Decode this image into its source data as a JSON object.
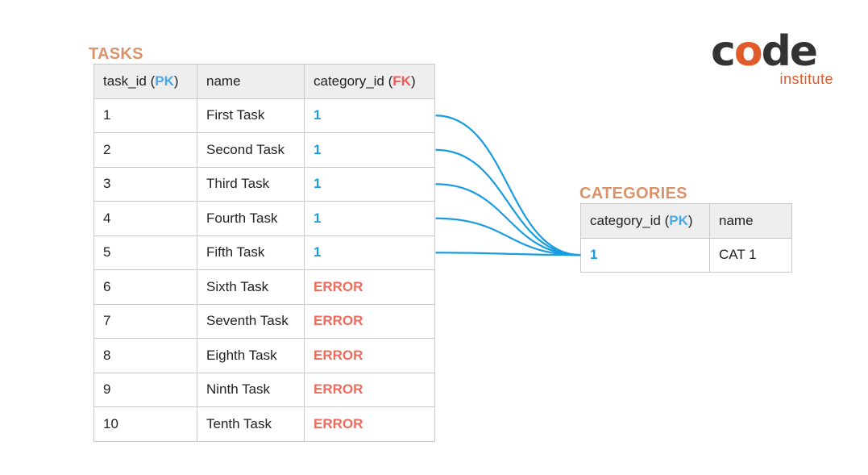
{
  "tasks": {
    "title": "TASKS",
    "headers": {
      "task_id": "task_id (",
      "task_id_key": "PK",
      "task_id_end": ")",
      "name": "name",
      "category_id": "category_id (",
      "category_id_key": "FK",
      "category_id_end": ")"
    },
    "rows": [
      {
        "id": "1",
        "name": "First Task",
        "category_id": "1",
        "status": "ok"
      },
      {
        "id": "2",
        "name": "Second Task",
        "category_id": "1",
        "status": "ok"
      },
      {
        "id": "3",
        "name": "Third Task",
        "category_id": "1",
        "status": "ok"
      },
      {
        "id": "4",
        "name": "Fourth Task",
        "category_id": "1",
        "status": "ok"
      },
      {
        "id": "5",
        "name": "Fifth Task",
        "category_id": "1",
        "status": "ok"
      },
      {
        "id": "6",
        "name": "Sixth Task",
        "category_id": "ERROR",
        "status": "error"
      },
      {
        "id": "7",
        "name": "Seventh Task",
        "category_id": "ERROR",
        "status": "error"
      },
      {
        "id": "8",
        "name": "Eighth Task",
        "category_id": "ERROR",
        "status": "error"
      },
      {
        "id": "9",
        "name": "Ninth Task",
        "category_id": "ERROR",
        "status": "error"
      },
      {
        "id": "10",
        "name": "Tenth Task",
        "category_id": "ERROR",
        "status": "error"
      }
    ]
  },
  "categories": {
    "title": "CATEGORIES",
    "headers": {
      "category_id": "category_id (",
      "category_id_key": "PK",
      "category_id_end": ")",
      "name": "name"
    },
    "rows": [
      {
        "category_id": "1",
        "name": "CAT 1"
      }
    ]
  },
  "logo": {
    "word_c": "c",
    "word_o": "o",
    "word_de": "de",
    "subtitle": "institute"
  },
  "colors": {
    "title": "#d9926a",
    "pk": "#4aa8e8",
    "fk": "#ef5a5a",
    "ok": "#1a9de0",
    "error": "#ef6a5a",
    "connector": "#1a9de0",
    "logo_accent": "#e05a2a"
  }
}
